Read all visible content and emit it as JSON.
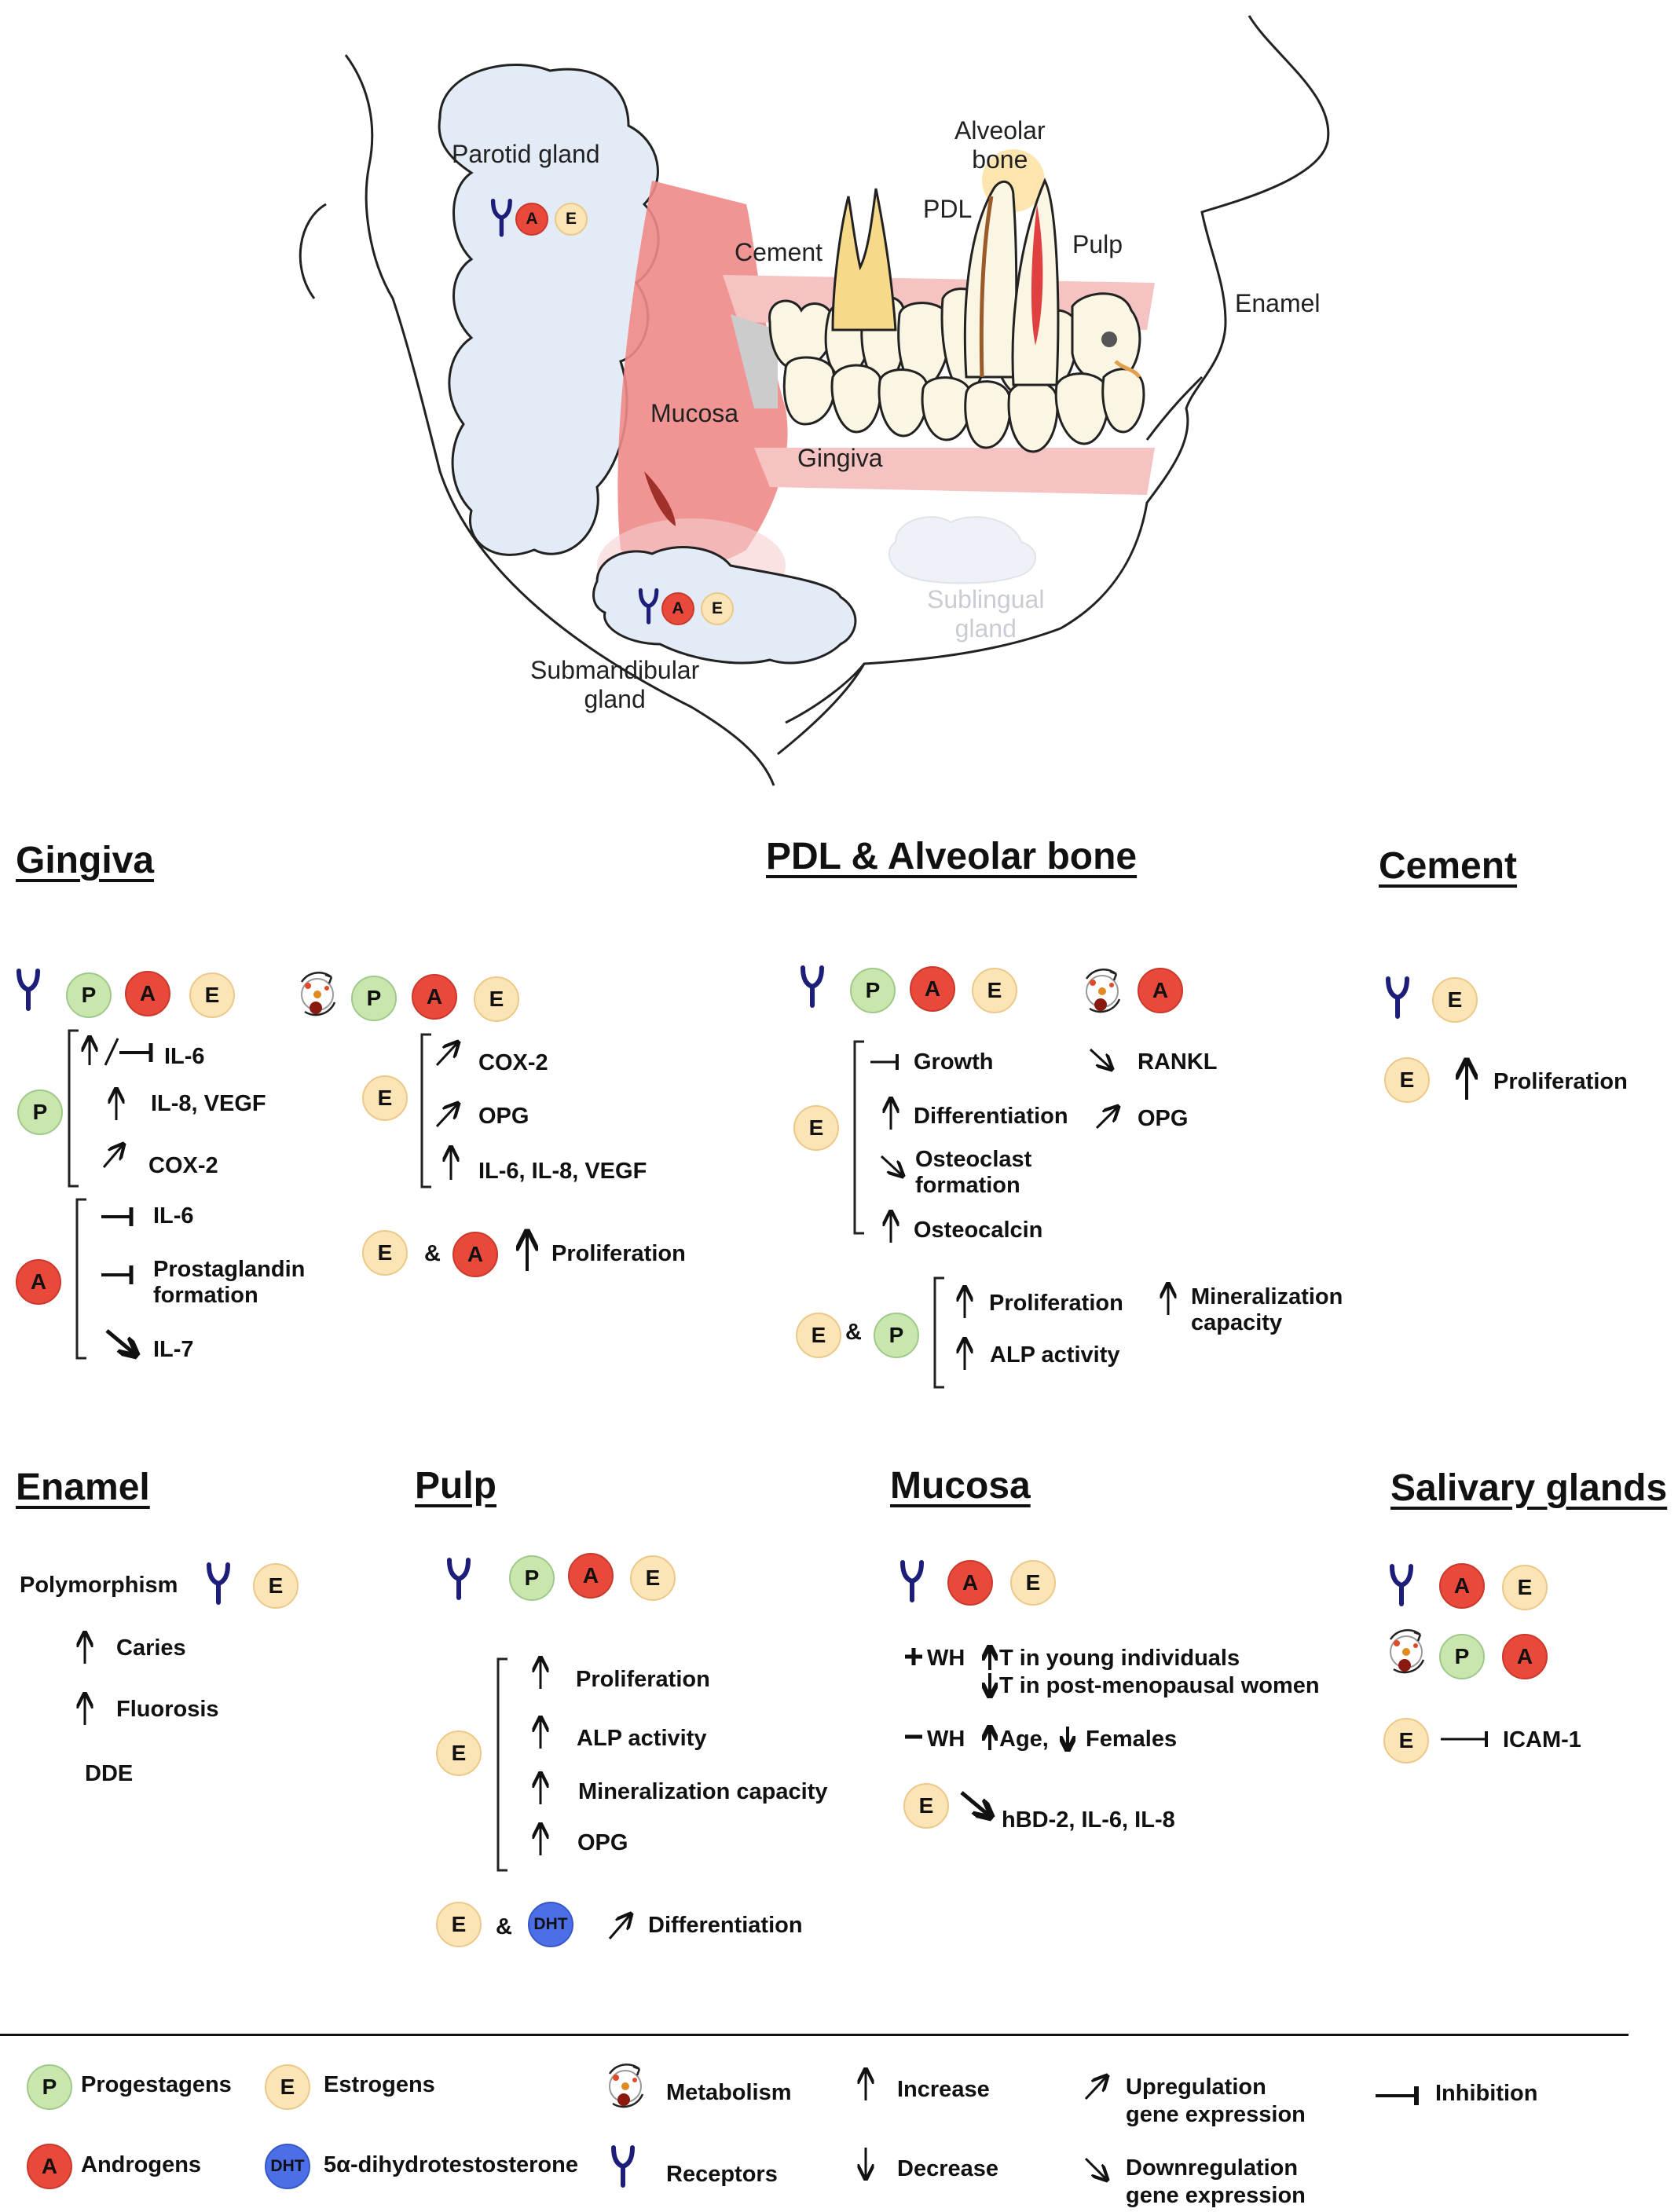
{
  "colors": {
    "progestagen": "#c9e7ad",
    "androgen": "#e9493a",
    "estrogen": "#fbe4b5",
    "dht": "#4c6fe8",
    "receptor": "#1d1d7a",
    "gland": "#e3ecf6",
    "mucosa": "#ef8a88",
    "gingiva": "#f6c3c3",
    "tooth": "#fbf6e3"
  },
  "illustration": {
    "labels": {
      "parotid": "Parotid gland",
      "alveolar": "Alveolar\nbone",
      "pdl": "PDL",
      "pulp": "Pulp",
      "cement": "Cement",
      "enamel": "Enamel",
      "mucosa": "Mucosa",
      "gingiva": "Gingiva",
      "sublingual": "Sublingual\ngland",
      "submandibular": "Submandibular\ngland"
    },
    "badges": {
      "A": "A",
      "E": "E",
      "P": "P",
      "DHT": "DHT"
    }
  },
  "gingiva": {
    "title": "Gingiva",
    "p_items": [
      "IL-6",
      "IL-8, VEGF",
      "COX-2"
    ],
    "a_items": [
      "IL-6",
      "Prostaglandin\nformation",
      "IL-7"
    ],
    "e_items": [
      "COX-2",
      "OPG",
      "IL-6, IL-8, VEGF"
    ],
    "amp": "&",
    "ea_result": "Proliferation"
  },
  "pdl": {
    "title": "PDL & Alveolar bone",
    "e_items": [
      "Growth",
      "Differentiation",
      "Osteoclast\nformation",
      "Osteocalcin"
    ],
    "e_right": [
      "RANKL",
      "OPG"
    ],
    "amp": "&",
    "ep_items": [
      "Proliferation",
      "ALP activity"
    ],
    "ep_right": "Mineralization\ncapacity"
  },
  "cement": {
    "title": "Cement",
    "e_result": "Proliferation"
  },
  "enamel": {
    "title": "Enamel",
    "polymorphism": "Polymorphism",
    "items": [
      "Caries",
      "Fluorosis"
    ],
    "dde": "DDE"
  },
  "pulp": {
    "title": "Pulp",
    "e_items": [
      "Proliferation",
      "ALP activity",
      "Mineralization capacity",
      "OPG"
    ],
    "amp": "&",
    "edht_result": "Differentiation"
  },
  "mucosa": {
    "title": "Mucosa",
    "plus_wh": "WH",
    "young": "T in young individuals",
    "postmeno": "T in post-menopausal women",
    "minus_wh": "WH",
    "age": "Age,",
    "females": "Females",
    "e_result": "hBD-2, IL-6, IL-8"
  },
  "salivary": {
    "title": "Salivary glands",
    "e_result": "ICAM-1"
  },
  "legend": {
    "progestagens": "Progestagens",
    "androgens": "Androgens",
    "estrogens": "Estrogens",
    "dht": "5α-dihydrotestosterone",
    "metabolism": "Metabolism",
    "receptors": "Receptors",
    "increase": "Increase",
    "decrease": "Decrease",
    "upregulation": "Upregulation\ngene expression",
    "downregulation": "Downregulation\ngene expression",
    "inhibition": "Inhibition"
  }
}
